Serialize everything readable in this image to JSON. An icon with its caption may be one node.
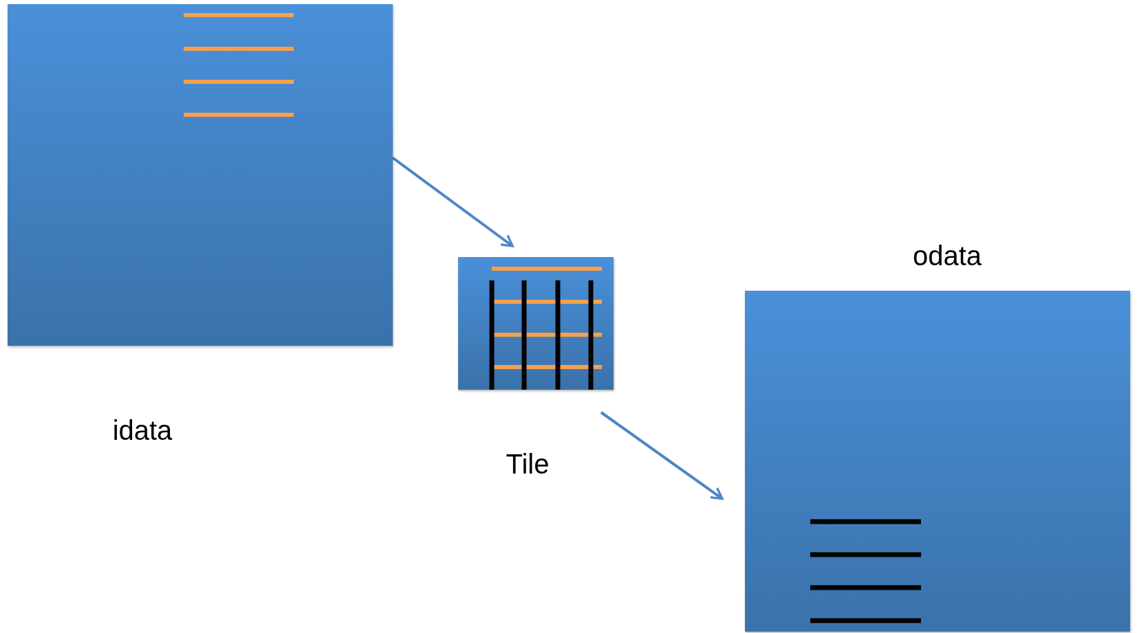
{
  "diagram": {
    "nodes": [
      {
        "text": [
          "idata"
        ]
      },
      {
        "text": [
          "Tile"
        ]
      },
      {
        "text": [
          "odata"
        ]
      }
    ],
    "edges": [
      {
        "from": 0,
        "to": 1,
        "arrow": "to"
      },
      {
        "from": 1,
        "to": 2,
        "arrow": "to"
      }
    ]
  }
}
